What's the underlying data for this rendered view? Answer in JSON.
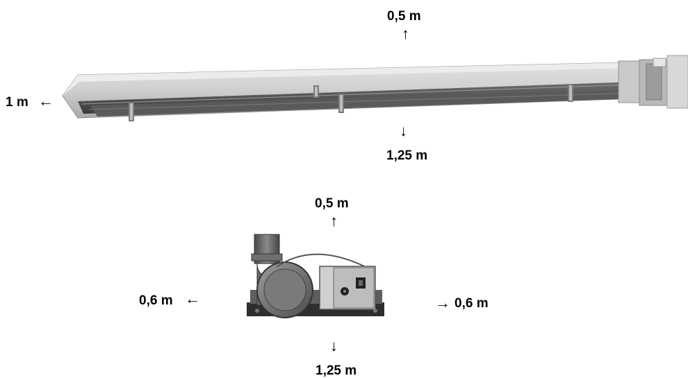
{
  "heater": {
    "clearance_top": "0,5 m",
    "clearance_side": "1 m",
    "clearance_bottom": "1,25 m"
  },
  "burner": {
    "clearance_top": "0,5 m",
    "clearance_left": "0,6 m",
    "clearance_right": "0,6 m",
    "clearance_bottom": "1,25 m"
  },
  "arrows": {
    "up": "↑",
    "down": "↓",
    "left": "←",
    "right": "→"
  }
}
